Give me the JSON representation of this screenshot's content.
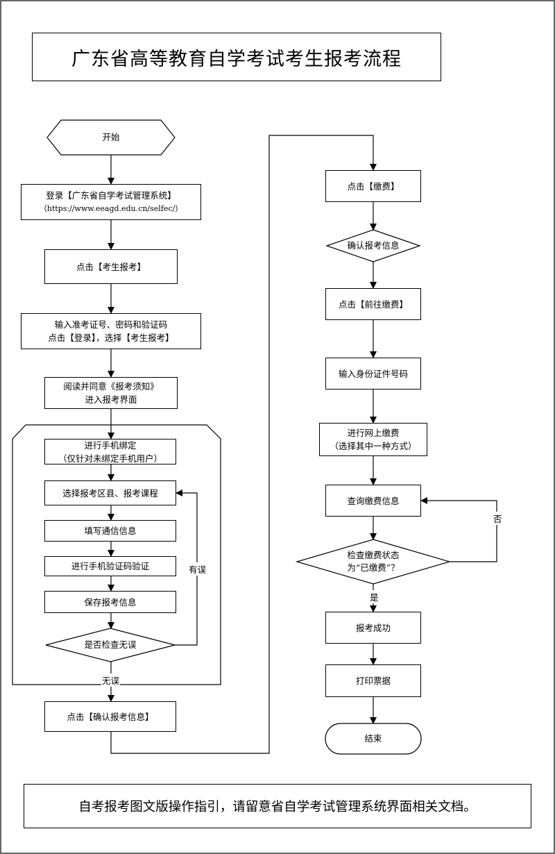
{
  "title": "广东省高等教育自学考试考生报考流程",
  "footer": "自考报考图文版操作指引，请留意省自学考试管理系统界面相关文档。",
  "left_column": {
    "start": "开始",
    "login": {
      "line1": "登录【广东省自学考试管理系统】",
      "line2": "（https://www.eeagd.edu.cn/selfec/）"
    },
    "click_apply": "点击【考生报考】",
    "enter_credentials": {
      "line1": "输入准考证号、密码和验证码",
      "line2": "点击【登录】，选择【考生报考】"
    },
    "read_notice": {
      "line1": "阅读并同意《报考须知》",
      "line2": "进入报考界面"
    },
    "bind_phone": {
      "line1": "进行手机绑定",
      "line2": "（仅针对未绑定手机用户）"
    },
    "select_course": "选择报考区县、报考课程",
    "fill_contact": "填写通信信息",
    "sms_verify": "进行手机验证码验证",
    "save_info": "保存报考信息",
    "check_correct": "是否检查无误",
    "label_error": "有误",
    "label_ok": "无误",
    "confirm_info": "点击【确认报考信息】"
  },
  "right_column": {
    "click_pay": "点击【缴费】",
    "confirm_apply_info": "确认报考信息",
    "go_pay": "点击【前往缴费】",
    "enter_id": "输入身份证件号码",
    "online_pay": {
      "line1": "进行网上缴费",
      "line2": "（选择其中一种方式）"
    },
    "query_pay": "查询缴费信息",
    "check_status": {
      "line1": "检查缴费状态",
      "line2": "为“已缴费”？"
    },
    "label_no": "否",
    "label_yes": "是",
    "success": "报考成功",
    "print_receipt": "打印票据",
    "end": "结束"
  }
}
